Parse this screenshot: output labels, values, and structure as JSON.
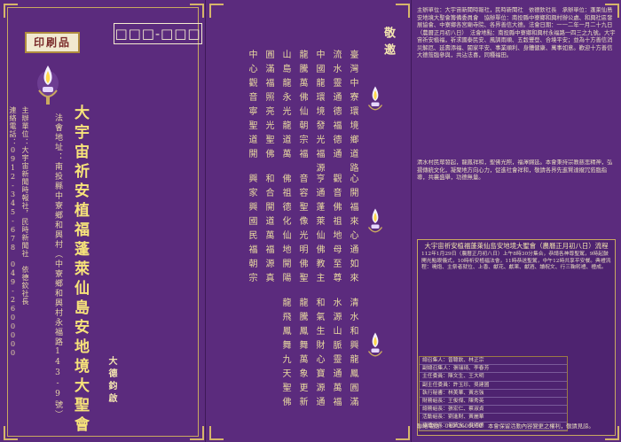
{
  "stamp_label": "印刷品",
  "date_label": "□□□-□□□",
  "invite_label": "敬邀",
  "main_title": "大宇宙祈安植福蓬萊仙島安地境大聖會",
  "address_line": "法會地址：南投縣中寮鄉和興村（中寮鄉和興村永福路143-9號）",
  "contact_line_1": "連絡電話：0912-345-678　049-2600000",
  "contact_line_2": "主辦單位：大宇宙新聞時報社，民時新聞社　依德欽社長",
  "seal_label": "大德鈞啟",
  "verses": [
    "臺灣中寮環境鄉道路",
    "流水靈通德福德通",
    "中國龍環境發光福源",
    "龍騰萬佛仙朝宗福",
    "山島龍永光龍道萬",
    "圓滿福照亮光聖佛",
    "中心觀音寧聖道開",
    "心開福來心通如來",
    "觀音佛祖地母至尊",
    "亨通蓬萊仙佛教主",
    "音容聖像光明佛聖",
    "佛祖德化仙地開陽",
    "和合開道萬福源真",
    "興家興國民福朝宗",
    "清水和興龍鳳圓滿",
    "水源山脈靈通萬福",
    "和氣生財心寶源通",
    "龍騰鳳舞萬象更新",
    "龍飛鳳舞九天聖佛"
  ],
  "right_text": "主辦單位：大宇宙新聞時報社，民時新聞社　依德欽社長　承辦單位：蓬萊仙島安地境大聖會籌備委員會　協辦單位：南投縣中寮鄉和興村辦公處、和興社區發展協會、中寮鄉各宮廟寺院、各界善信大德。法會日期：一一二年一月二十九日（農曆正月初八日）　法會地點：南投縣中寮鄉和興村永福路一四三之九號。大宇宙祈安植福，祈求國泰民安、風調雨順、五穀豐登、合境平安；並為十方善信消災解厄、延壽添福、闔家平安、事業順利、身體健康、萬事如意。歡迎十方善信大德蒞臨參與，共沾法喜，同種福田。",
  "right_text_2": "清水村民眾發起，龍鳳祥和，聖佛光照，福澤綿延。本會秉持宗教慈悲精神，弘揚傳統文化，凝聚地方向心力，促進社會祥和，敬請各界先進賢達撥冗蒞臨指導，共襄盛舉，功德無量。",
  "proc_title": "大宇宙祈安植福蓬萊仙島安地境大聖會（農曆正月初八日）流程",
  "proc_text": "112年1月29日（農曆正月初八日）上午8時30分集合，恭請各神尊聖駕，9時起鼓開光點眼儀式，10時祈安植福法會，11時恭送聖駕，中午12時共享平安餐。典禮流程：鳴炮、主祭者就位、上香、獻花、獻果、獻酒、讀祝文、行三鞠躬禮、禮成。",
  "proc_table": [
    "總召集人：曾聰欽、林正宗",
    "副總召集人：張瑞琦、李春芳",
    "主任委員：陳文生、王大明",
    "副主任委員：許玉珍、吳建國",
    "執行秘書：林美華、黃志強",
    "財務組長：王俊傑、陳秀英",
    "總務組長：張宏仁、蔡淑貞",
    "活動組長：劉進財、黃麗華",
    "接待組長：何清水、吳明德"
  ],
  "footer_note": "聯絡電話：049-2600000　本會保留活動內容變更之權利，敬請見諒。"
}
